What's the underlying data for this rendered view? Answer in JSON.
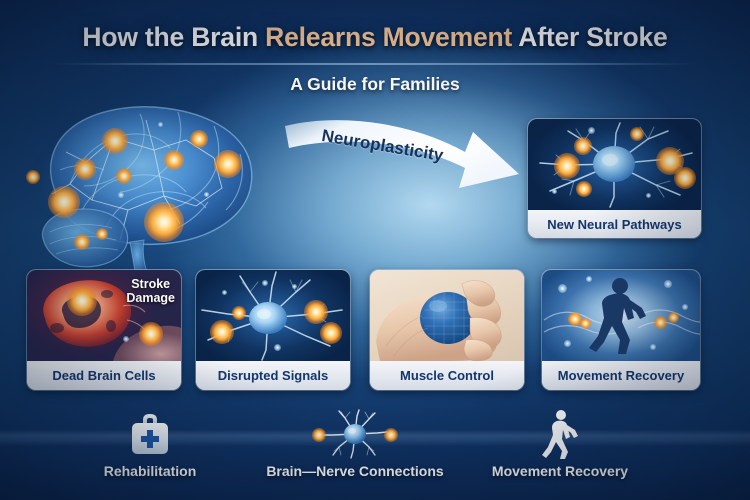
{
  "header": {
    "title_part1": "How the Brain ",
    "title_accent": "Relearns Movement",
    "title_part2": " After Stroke",
    "subtitle": "A Guide for Families",
    "accent_color": "#f7c79a",
    "title_color": "#ffffff"
  },
  "diagram": {
    "brain_name": "brain-illustration",
    "arrow_label": "Neuroplasticity",
    "arrow_label_color": "#16325f",
    "arrow_color": "#ffffff"
  },
  "featured_card": {
    "caption": "New Neural Pathways",
    "image_alt": "neuron-glowing",
    "caption_color": "#14366b"
  },
  "cards": [
    {
      "caption": "Dead Brain Cells",
      "image_alt": "stroke-damaged-tissue",
      "overlay_label": "Stroke\nDamage"
    },
    {
      "caption": "Disrupted Signals",
      "image_alt": "neuron-disrupted",
      "overlay_label": ""
    },
    {
      "caption": "Muscle Control",
      "image_alt": "hand-squeezing-therapy-ball",
      "overlay_label": ""
    },
    {
      "caption": "Movement Recovery",
      "image_alt": "walking-person-silhouette",
      "overlay_label": ""
    }
  ],
  "process_steps": [
    {
      "label": "Rehabilitation",
      "icon": "medical-briefcase-icon"
    },
    {
      "label": "Brain—Nerve Connections",
      "icon": "neuron-icon"
    },
    {
      "label": "Movement Recovery",
      "icon": "walking-person-icon"
    }
  ],
  "colors": {
    "background_dark": "#0f2e5c",
    "background_glow": "#bae0f6",
    "card_caption_bg": "#e4e8ef",
    "navy_text": "#14366b",
    "node_orange": "#ffab3a"
  }
}
